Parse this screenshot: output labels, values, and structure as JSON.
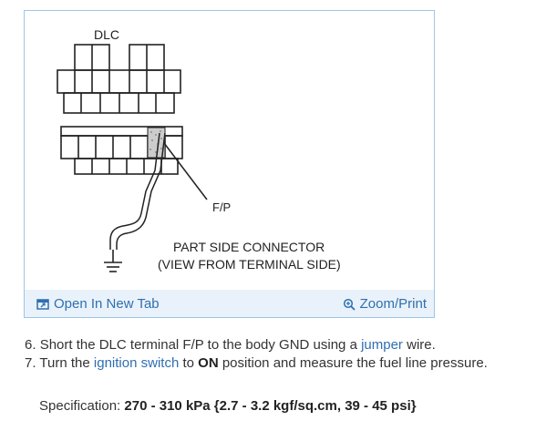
{
  "figure": {
    "label_dlc": "DLC",
    "label_fp": "F/P",
    "caption_line1": "PART SIDE CONNECTOR",
    "caption_line2": "(VIEW FROM TERMINAL SIDE)",
    "open_tab_label": "Open In New Tab",
    "zoom_print_label": "Zoom/Print",
    "open_tab_icon": "open-in-new-tab-icon",
    "zoom_icon": "zoom-icon",
    "accent_color": "#2e6fb0",
    "toolbar_bg": "#e9f2fa"
  },
  "steps": [
    {
      "number": "6.",
      "pre": "Short the DLC terminal F/P to the body GND using a ",
      "link": "jumper",
      "post": " wire."
    },
    {
      "number": "7.",
      "pre": "Turn the ",
      "link": "ignition switch",
      "mid": " to ",
      "bold": "ON",
      "post": " position and measure the fuel line pressure."
    }
  ],
  "spec": {
    "label": "Specification: ",
    "value": "270 - 310 kPa {2.7 - 3.2 kgf/sq.cm, 39 - 45 psi}"
  }
}
